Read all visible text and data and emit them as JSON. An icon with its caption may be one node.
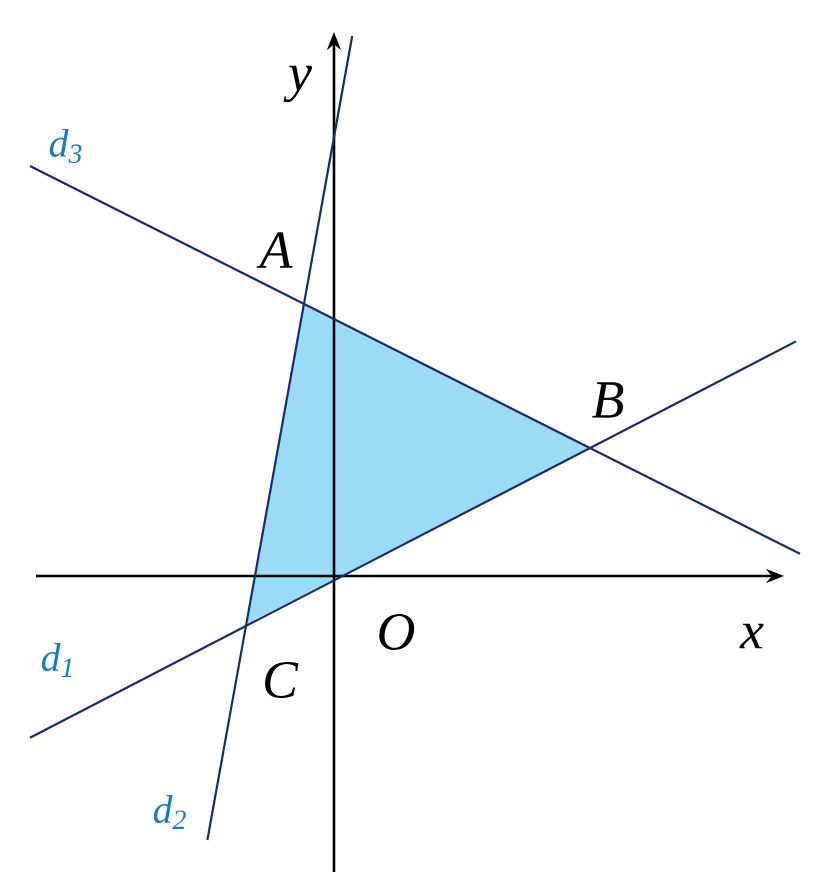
{
  "diagram": {
    "labels": [
      "y",
      "d$_{3}$",
      "A",
      "B",
      "d$_{1}$",
      "O",
      "x",
      "C",
      "d$_{2}$"
    ]
  }
}
